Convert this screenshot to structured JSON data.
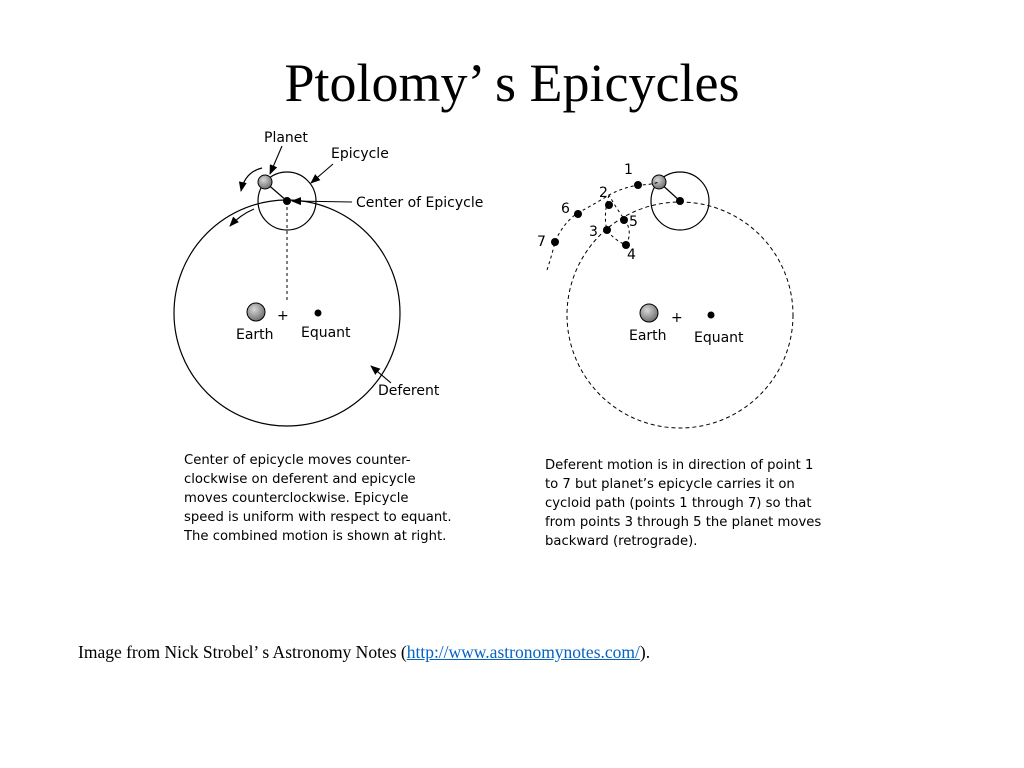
{
  "slide": {
    "title": "Ptolomy’ s Epicycles"
  },
  "left_diagram": {
    "labels": {
      "planet": "Planet",
      "epicycle": "Epicycle",
      "center_of_epicycle": "Center of Epicycle",
      "earth": "Earth",
      "equant": "Equant",
      "deferent": "Deferent",
      "plus": "+"
    },
    "caption": "Center of epicycle moves counter-\nclockwise on deferent and epicycle\nmoves counterclockwise. Epicycle\nspeed is uniform with respect to equant.\nThe combined motion is shown at right."
  },
  "right_diagram": {
    "points": [
      "1",
      "2",
      "3",
      "4",
      "5",
      "6",
      "7"
    ],
    "labels": {
      "earth": "Earth",
      "equant": "Equant",
      "plus": "+"
    },
    "caption": "Deferent motion is in direction of point 1\nto 7 but planet’s epicycle carries it on\ncycloid path (points 1 through 7) so that\nfrom points 3 through 5 the planet moves\nbackward (retrograde)."
  },
  "credit": {
    "prefix": "Image from Nick Strobel’ s Astronomy Notes (",
    "link_text": "http://www.astronomynotes.com/",
    "suffix": ")."
  }
}
